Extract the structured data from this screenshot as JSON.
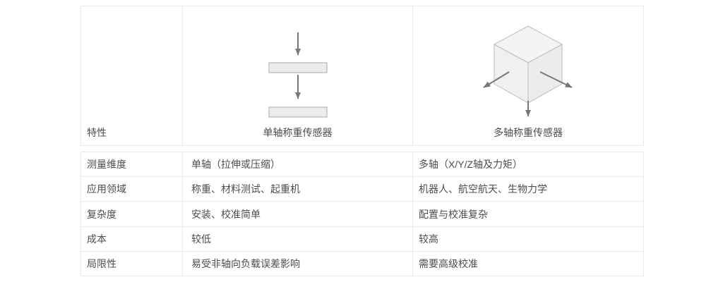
{
  "table": {
    "header": {
      "feature_col": "特性",
      "single_axis_label": "单轴称重传感器",
      "multi_axis_label": "多轴称重传感器"
    },
    "rows": [
      {
        "label": "测量维度",
        "single": "单轴（拉伸或压缩）",
        "multi": "多轴（X/Y/Z轴及力矩）"
      },
      {
        "label": "应用领域",
        "single": "称重、材料测试、起重机",
        "multi": "机器人、航空航天、生物力学"
      },
      {
        "label": "复杂度",
        "single": "安装、校准简单",
        "multi": "配置与校准复杂"
      },
      {
        "label": "成本",
        "single": "较低",
        "multi": "较高"
      },
      {
        "label": "局限性",
        "single": "易受非轴向负载误差影响",
        "multi": "需要高级校准"
      }
    ]
  },
  "icons": {
    "single_axis": "single-axis-load-diagram-icon",
    "multi_axis": "multi-axis-cube-diagram-icon"
  },
  "colors": {
    "border": "#e9e9e9",
    "text": "#4d4d4d",
    "arrow": "#777777",
    "plate_fill": "#ececec",
    "plate_stroke": "#a8a8a8",
    "cube_stroke": "#bdbdbd",
    "cube_face_top": "#f4f4f4",
    "cube_face_left": "#f0f0f0",
    "cube_face_right": "#ececec"
  }
}
